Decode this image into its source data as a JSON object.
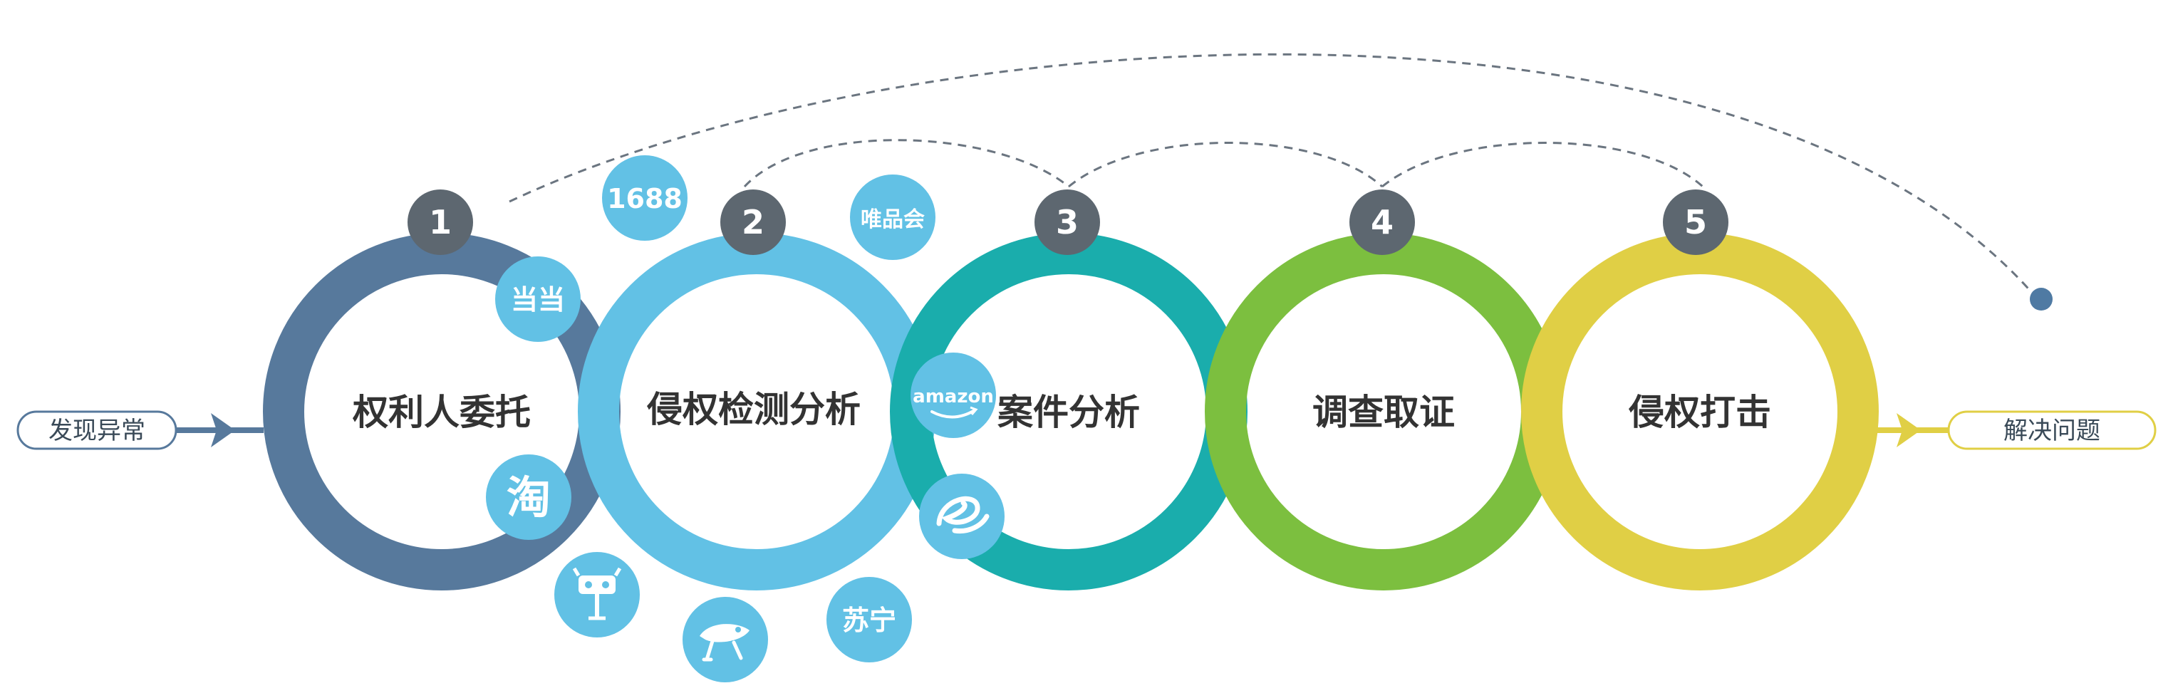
{
  "start_label": "发现异常",
  "end_label": "解决问题",
  "steps": [
    {
      "number": "1",
      "label": "权利人委托",
      "color": "#57799c"
    },
    {
      "number": "2",
      "label": "侵权检测分析",
      "color": "#62c1e5"
    },
    {
      "number": "3",
      "label": "案件分析",
      "color": "#1aadac"
    },
    {
      "number": "4",
      "label": "调查取证",
      "color": "#7cbf3f"
    },
    {
      "number": "5",
      "label": "侵权打击",
      "color": "#e0cf45"
    }
  ],
  "platform_logos": [
    {
      "name": "1688",
      "text": "1688"
    },
    {
      "name": "vipshop",
      "text": "唯品会"
    },
    {
      "name": "dangdang",
      "text": "当当"
    },
    {
      "name": "taobao",
      "text": "淘"
    },
    {
      "name": "amazon",
      "text": "amazon"
    },
    {
      "name": "alibaba",
      "text": ""
    },
    {
      "name": "tmall",
      "text": ""
    },
    {
      "name": "jd",
      "text": ""
    },
    {
      "name": "suning",
      "text": "苏宁"
    }
  ],
  "colors": {
    "number_badge": "#5d6770",
    "logo_bg": "#62c1e5",
    "dashed_line": "#6b7580",
    "end_dot": "#4f7aa3"
  }
}
